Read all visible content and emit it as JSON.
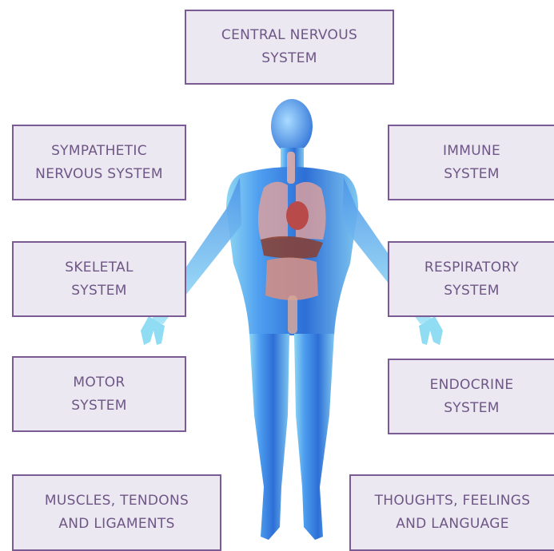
{
  "boxes": {
    "central_nervous": {
      "line1": "CENTRAL NERVOUS",
      "line2": "SYSTEM"
    },
    "sympathetic": {
      "line1": "SYMPATHETIC",
      "line2": "NERVOUS SYSTEM"
    },
    "immune": {
      "line1": "IMMUNE",
      "line2": "SYSTEM"
    },
    "skeletal": {
      "line1": "SKELETAL",
      "line2": "SYSTEM"
    },
    "respiratory": {
      "line1": "RESPIRATORY",
      "line2": "SYSTEM"
    },
    "motor": {
      "line1": "MOTOR",
      "line2": "SYSTEM"
    },
    "endocrine": {
      "line1": "ENDOCRINE",
      "line2": "SYSTEM"
    },
    "muscles": {
      "line1": "MUSCLES, TENDONS",
      "line2": "AND LIGAMENTS"
    },
    "thoughts": {
      "line1": "THOUGHTS, FEELINGS",
      "line2": "AND LANGUAGE"
    }
  },
  "colors": {
    "box_fill": "#ece8f1",
    "box_border": "#7b5b93",
    "box_text": "#6e5686",
    "body_blue": "#3f8ee6",
    "body_cyan": "#8fd7f3",
    "organ_red": "#c96a6a"
  }
}
